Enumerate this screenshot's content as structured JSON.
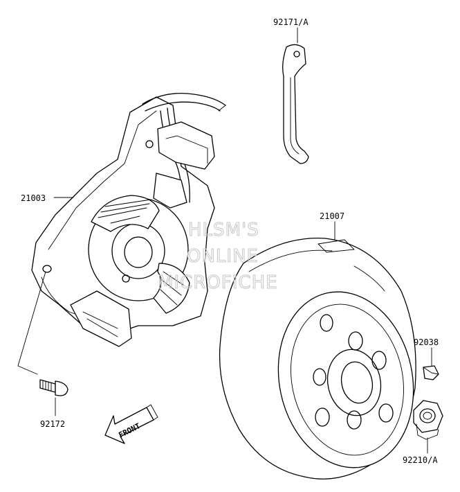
{
  "parts": {
    "clip": "92171/A",
    "stator": "21003",
    "rotor": "21007",
    "key": "92038",
    "nut": "92210/A",
    "screw": "92172"
  },
  "direction_label": "FRONT",
  "watermark": [
    "HLSM'S",
    "ONLINE",
    "MICROFICHE"
  ]
}
